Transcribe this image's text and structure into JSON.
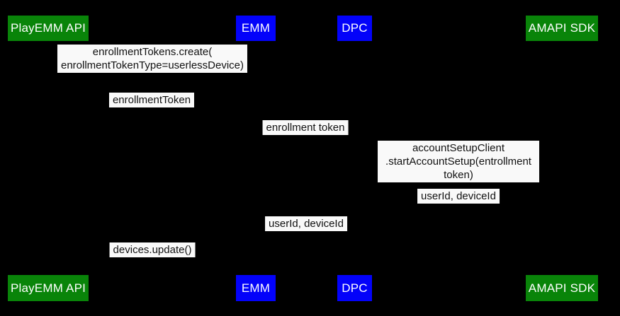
{
  "diagram": {
    "type": "sequence-diagram",
    "colors": {
      "background": "#000000",
      "actor_green": "#098409",
      "actor_blue": "#0302fa",
      "actor_text": "#ffffff",
      "message_bg": "#f9f9f9",
      "message_text": "#111111"
    },
    "actors": [
      {
        "label": "PlayEMM API",
        "color": "green"
      },
      {
        "label": "EMM",
        "color": "blue"
      },
      {
        "label": "DPC",
        "color": "blue"
      },
      {
        "label": "AMAPI SDK",
        "color": "green"
      }
    ],
    "messages": [
      {
        "text": "enrollmentTokens.create(\nenrollmentTokenType=userlessDevice)"
      },
      {
        "text": "enrollmentToken"
      },
      {
        "text": "enrollment token"
      },
      {
        "text": "accountSetupClient\n.startAccountSetup(entrollment token)"
      },
      {
        "text": "userId, deviceId"
      },
      {
        "text": "userId, deviceId"
      },
      {
        "text": "devices.update()"
      }
    ]
  }
}
